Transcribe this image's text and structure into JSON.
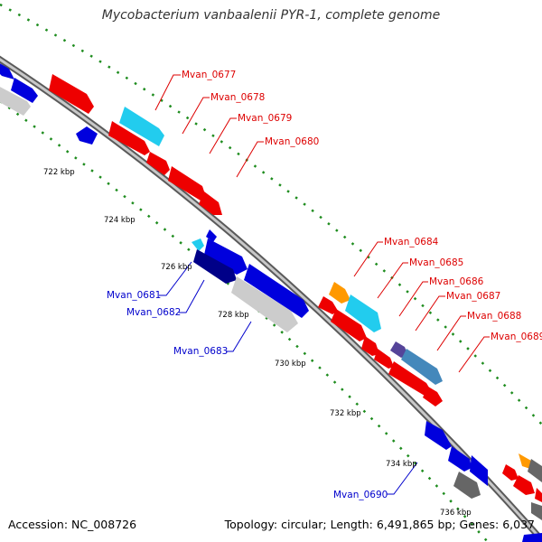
{
  "title": "Mycobacterium vanbaalenii PYR-1, complete genome",
  "footer": {
    "accession": "Accession: NC_008726",
    "summary": "Topology: circular; Length: 6,491,865 bp; Genes: 6,037"
  },
  "colors": {
    "backbone": "#888888",
    "tick": "#228822",
    "label_forward": "#dd0000",
    "label_reverse": "#0000cc",
    "gene_red": "#ee0000",
    "gene_blue": "#0000dd",
    "gene_cyan": "#22ccee",
    "gene_navy": "#000088",
    "gene_gray": "#cccccc",
    "gene_dark_gray": "#666666",
    "gene_orange": "#ff9900",
    "gene_purple": "#554499",
    "gene_steel": "#4488bb"
  },
  "axis_labels": [
    "722 kbp",
    "724 kbp",
    "726 kbp",
    "728 kbp",
    "730 kbp",
    "732 kbp",
    "734 kbp",
    "736 kbp"
  ],
  "forward_gene_labels": [
    "Mvan_0677",
    "Mvan_0678",
    "Mvan_0679",
    "Mvan_0680",
    "Mvan_0684",
    "Mvan_0685",
    "Mvan_0686",
    "Mvan_0687",
    "Mvan_0688",
    "Mvan_0689"
  ],
  "reverse_gene_labels": [
    "Mvan_0681",
    "Mvan_0682",
    "Mvan_0683",
    "Mvan_0690"
  ]
}
